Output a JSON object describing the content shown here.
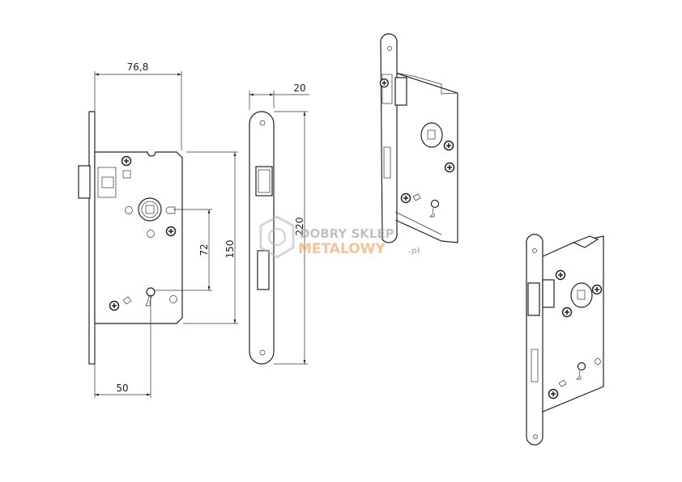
{
  "dimensions": {
    "width_total": "76,8",
    "backset": "50",
    "spindle_to_key": "72",
    "body_height": "150",
    "faceplate_width": "20",
    "faceplate_height": "220"
  },
  "watermark": {
    "line1": "DOBRY SKLEP",
    "line2": "METALOWY",
    "suffix": ".pl"
  },
  "colors": {
    "line": "#222222",
    "watermark_orange": "#f0a060",
    "watermark_gray": "#9a9a9a"
  }
}
